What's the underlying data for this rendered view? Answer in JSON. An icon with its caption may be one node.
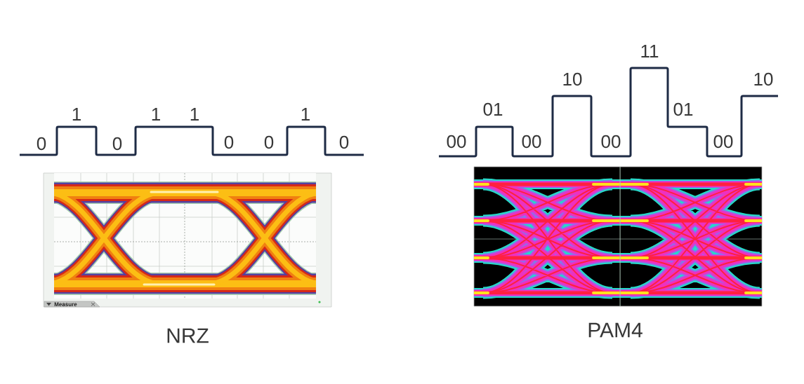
{
  "diagram": {
    "labels": [
      "0",
      "1",
      "0",
      "1",
      "1",
      "0",
      "0",
      "1",
      "0",
      "Measure",
      "NRZ",
      "00",
      "01",
      "00",
      "10",
      "00",
      "11",
      "01",
      "00",
      "10",
      "PAM4"
    ]
  }
}
